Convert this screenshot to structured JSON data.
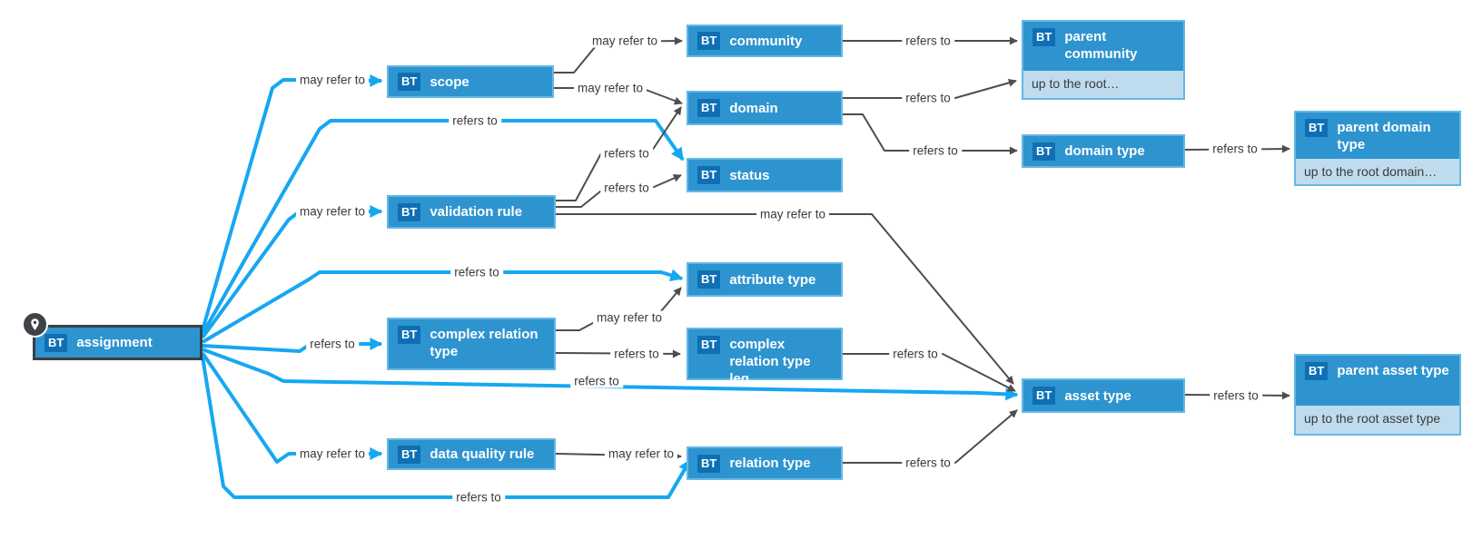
{
  "diagram": {
    "badge_text": "BT",
    "colors": {
      "node_fill": "#2E94CF",
      "node_border": "#63B8E6",
      "badge_fill": "#0E6FB5",
      "subrow_fill": "#BFDCEF",
      "edge_dark": "#4D4D4D",
      "edge_blue": "#16A7F1",
      "selected_border": "#3A3F44",
      "pin_fill": "#3F4347",
      "label_text": "#3A3A3A"
    },
    "nodes": [
      {
        "id": "assignment",
        "label": "assignment",
        "selected": true,
        "pin": true
      },
      {
        "id": "scope",
        "label": "scope"
      },
      {
        "id": "validation-rule",
        "label": "validation rule"
      },
      {
        "id": "complex-relation-type",
        "label": "complex relation type"
      },
      {
        "id": "data-quality-rule",
        "label": "data quality rule"
      },
      {
        "id": "community",
        "label": "community"
      },
      {
        "id": "domain",
        "label": "domain"
      },
      {
        "id": "status",
        "label": "status"
      },
      {
        "id": "attribute-type",
        "label": "attribute type"
      },
      {
        "id": "complex-relation-type-leg",
        "label": "complex relation type leg"
      },
      {
        "id": "relation-type",
        "label": "relation type"
      },
      {
        "id": "parent-community",
        "label": "parent community",
        "subrow": "up to the root…"
      },
      {
        "id": "domain-type",
        "label": "domain type"
      },
      {
        "id": "parent-domain-type",
        "label": "parent domain type",
        "subrow": "up to the root domain…"
      },
      {
        "id": "asset-type",
        "label": "asset type"
      },
      {
        "id": "parent-asset-type",
        "label": "parent asset type",
        "subrow": "up to the root asset type"
      }
    ],
    "edges": [
      {
        "from": "assignment",
        "to": "scope",
        "label": "may refer to",
        "style": "blue"
      },
      {
        "from": "assignment",
        "to": "status",
        "label": "refers to",
        "style": "blue"
      },
      {
        "from": "assignment",
        "to": "validation-rule",
        "label": "may refer to",
        "style": "blue"
      },
      {
        "from": "assignment",
        "to": "attribute-type",
        "label": "refers to",
        "style": "blue"
      },
      {
        "from": "assignment",
        "to": "complex-relation-type",
        "label": "refers to",
        "style": "blue"
      },
      {
        "from": "assignment",
        "to": "asset-type",
        "label": "refers to",
        "style": "blue"
      },
      {
        "from": "assignment",
        "to": "data-quality-rule",
        "label": "may refer to",
        "style": "blue"
      },
      {
        "from": "assignment",
        "to": "relation-type",
        "label": "refers to",
        "style": "blue"
      },
      {
        "from": "scope",
        "to": "community",
        "label": "may refer to",
        "style": "dark"
      },
      {
        "from": "scope",
        "to": "domain",
        "label": "may refer to",
        "style": "dark"
      },
      {
        "from": "community",
        "to": "parent-community",
        "label": "refers to",
        "style": "dark"
      },
      {
        "from": "domain",
        "to": "parent-community",
        "label": "refers to",
        "style": "dark"
      },
      {
        "from": "domain",
        "to": "domain-type",
        "label": "refers to",
        "style": "dark"
      },
      {
        "from": "domain-type",
        "to": "parent-domain-type",
        "label": "refers to",
        "style": "dark"
      },
      {
        "from": "validation-rule",
        "to": "domain",
        "label": "refers to",
        "style": "dark"
      },
      {
        "from": "validation-rule",
        "to": "status",
        "label": "refers to",
        "style": "dark"
      },
      {
        "from": "validation-rule",
        "to": "asset-type",
        "label": "may refer to",
        "style": "dark"
      },
      {
        "from": "complex-relation-type",
        "to": "attribute-type",
        "label": "may refer to",
        "style": "dark"
      },
      {
        "from": "complex-relation-type",
        "to": "complex-relation-type-leg",
        "label": "refers to",
        "style": "dark"
      },
      {
        "from": "data-quality-rule",
        "to": "relation-type",
        "label": "may refer to",
        "style": "dark"
      },
      {
        "from": "relation-type",
        "to": "asset-type",
        "label": "refers to",
        "style": "dark"
      },
      {
        "from": "complex-relation-type-leg",
        "to": "asset-type",
        "label": "refers to",
        "style": "dark"
      },
      {
        "from": "asset-type",
        "to": "parent-asset-type",
        "label": "refers to",
        "style": "dark"
      }
    ]
  }
}
